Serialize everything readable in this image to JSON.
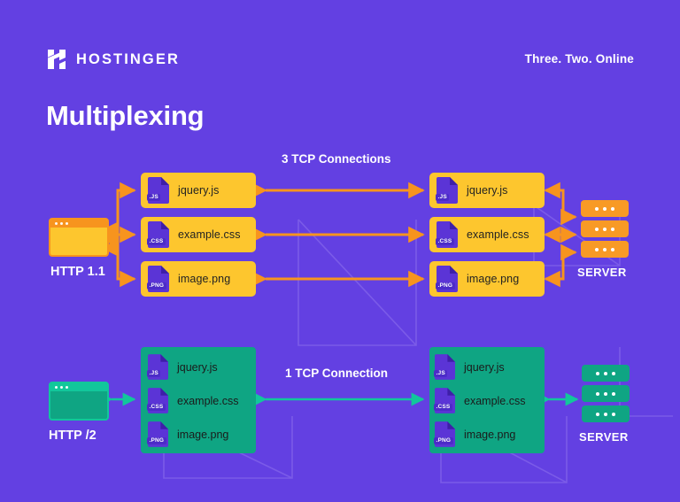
{
  "header": {
    "brand": "HOSTINGER",
    "brand_icon": "hostinger-h-logo",
    "tagline": "Three. Two. Online",
    "title": "Multiplexing"
  },
  "colors": {
    "background": "#6340E2",
    "yellow": "#FDC62E",
    "orange": "#F7941E",
    "green": "#0FA583",
    "green_bright": "#12C79B",
    "file_icon_purple": "#5B34D6",
    "text_dark": "#232323",
    "white": "#FFFFFF"
  },
  "diagram": {
    "http11": {
      "client_label": "HTTP 1.1",
      "client_icon": "browser-window-icon",
      "connection_label": "3 TCP Connections",
      "server_label": "SERVER",
      "server_icon": "server-stack-icon",
      "server_units": 3,
      "files": [
        {
          "ext": ".JS",
          "name": "jquery.js",
          "icon": "file-js-icon"
        },
        {
          "ext": ".CSS",
          "name": "example.css",
          "icon": "file-css-icon"
        },
        {
          "ext": ".PNG",
          "name": "image.png",
          "icon": "file-png-icon"
        }
      ],
      "arrows": 3,
      "arrow_style": "double-headed"
    },
    "http2": {
      "client_label": "HTTP /2",
      "client_icon": "browser-window-icon",
      "connection_label": "1 TCP Connection",
      "server_label": "SERVER",
      "server_icon": "server-stack-icon",
      "server_units": 3,
      "files": [
        {
          "ext": ".JS",
          "name": "jquery.js",
          "icon": "file-js-icon"
        },
        {
          "ext": ".CSS",
          "name": "example.css",
          "icon": "file-css-icon"
        },
        {
          "ext": ".PNG",
          "name": "image.png",
          "icon": "file-png-icon"
        }
      ],
      "arrows": 1,
      "arrow_style": "double-headed"
    }
  }
}
